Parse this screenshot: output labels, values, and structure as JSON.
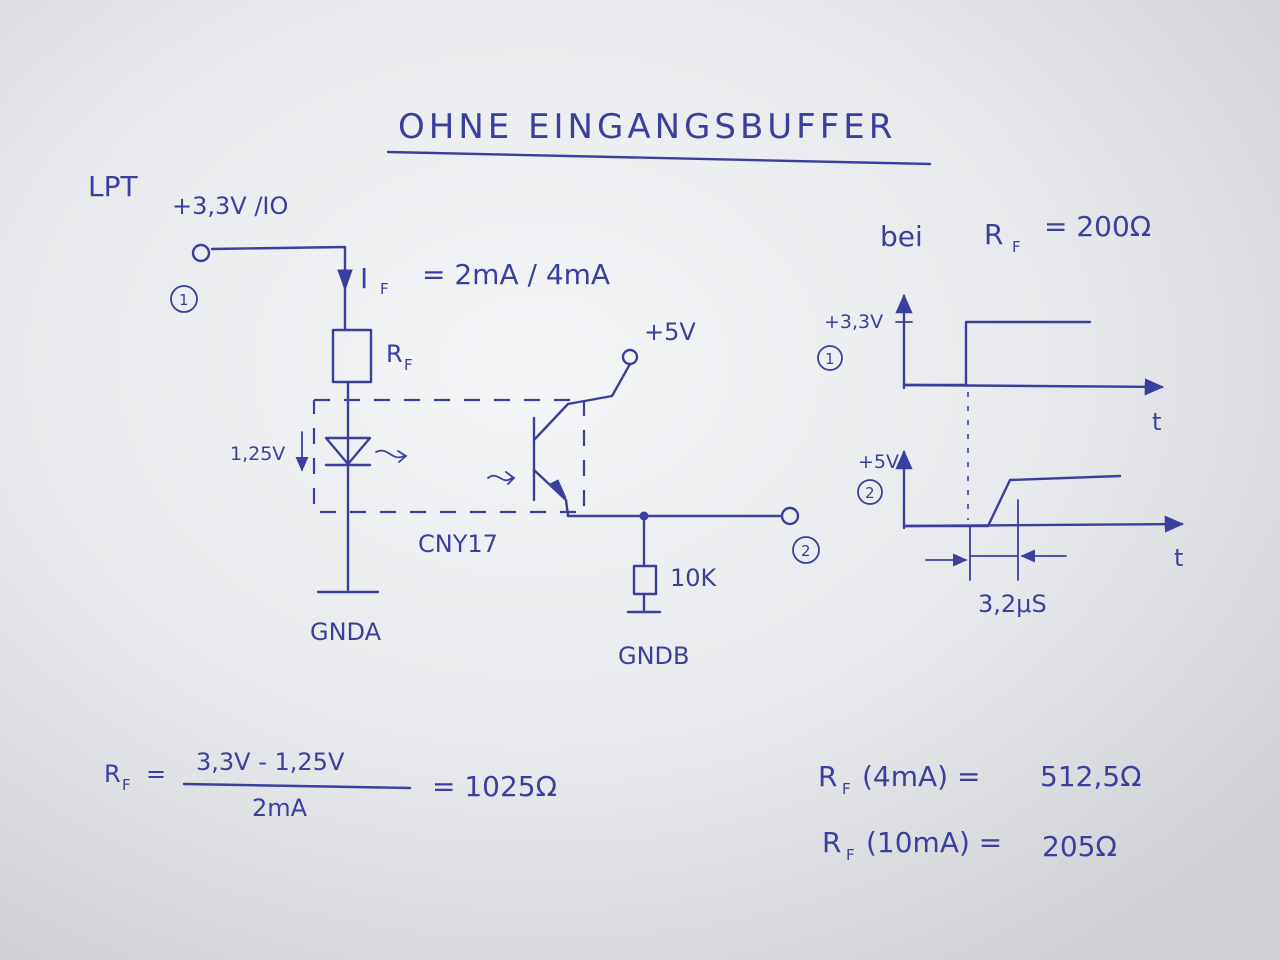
{
  "title": "OHNE EINGANGSBUFFER",
  "input": {
    "port": "LPT",
    "signal": "+3,3V /IO",
    "node_label": "1",
    "current": "I",
    "current_sub": "F",
    "current_value": "= 2mA / 4mA"
  },
  "resistor": {
    "label": "R",
    "sub": "F"
  },
  "led": {
    "voltage": "1,25V"
  },
  "coupler": {
    "part": "CNY17",
    "supply": "+5V"
  },
  "output": {
    "node_label": "2",
    "pulldown": "10K",
    "ground": "GNDB"
  },
  "ground_a": "GNDA",
  "timing": {
    "condition_prefix": "bei",
    "condition_r": "R",
    "condition_sub": "F",
    "condition_value": "= 200Ω",
    "in_level": "+3,3V",
    "in_node": "1",
    "out_level": "+5V",
    "out_node": "2",
    "axis": "t",
    "delay": "3,2μS"
  },
  "formulas": {
    "main_lhs_r": "R",
    "main_lhs_sub": "F",
    "main_eq": "=",
    "numerator": "3,3V - 1,25V",
    "denominator": "2mA",
    "result": "= 1025Ω",
    "f2_lhs": "R",
    "f2_sub": "F",
    "f2_arg": "(4mA) =",
    "f2_value": "512,5Ω",
    "f3_lhs": "R",
    "f3_sub": "F",
    "f3_arg": "(10mA) =",
    "f3_value": "205Ω"
  }
}
